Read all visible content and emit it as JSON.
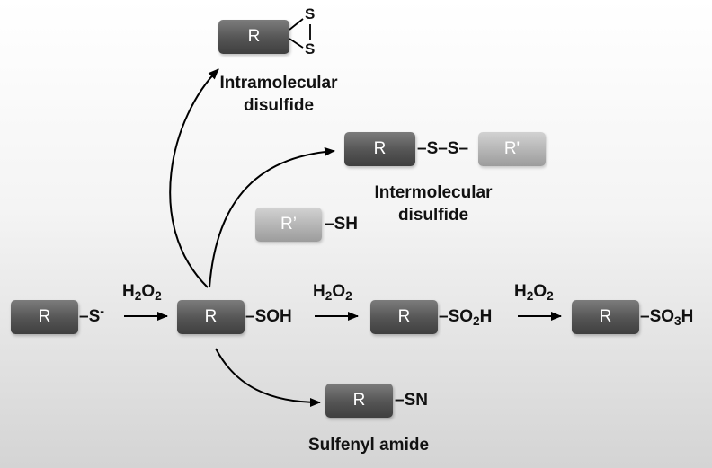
{
  "labels": {
    "r": "R",
    "r_prime_a": "R'",
    "r_prime_b": "R’"
  },
  "thiolate": {
    "prefix": "–S",
    "charge": "-"
  },
  "sulfenic_acid": "–SOH",
  "sulfinic_acid": {
    "prefix": "–SO",
    "sub": "2",
    "suffix": "H"
  },
  "sulfonic_acid": {
    "prefix": "–SO",
    "sub": "3",
    "suffix": "H"
  },
  "thiol": "–SH",
  "sulfenyl_amide_group": "–SN",
  "oxidant": {
    "prefix": "H",
    "sub": "2",
    "mid": "O",
    "sub2": "2"
  },
  "intra_sulfur_1": "S",
  "intra_sulfur_2": "S",
  "inter_link": "–S–S–",
  "captions": {
    "intramolecular_line1": "Intramolecular",
    "intramolecular_line2": "disulfide",
    "intermolecular_line1": "Intermolecular",
    "intermolecular_line2": "disulfide",
    "sulfenyl_amide": "Sulfenyl amide"
  },
  "colors": {
    "box_dark": "#545454",
    "box_light": "#b4b4b4",
    "arrow": "#000000",
    "text": "#111111"
  }
}
